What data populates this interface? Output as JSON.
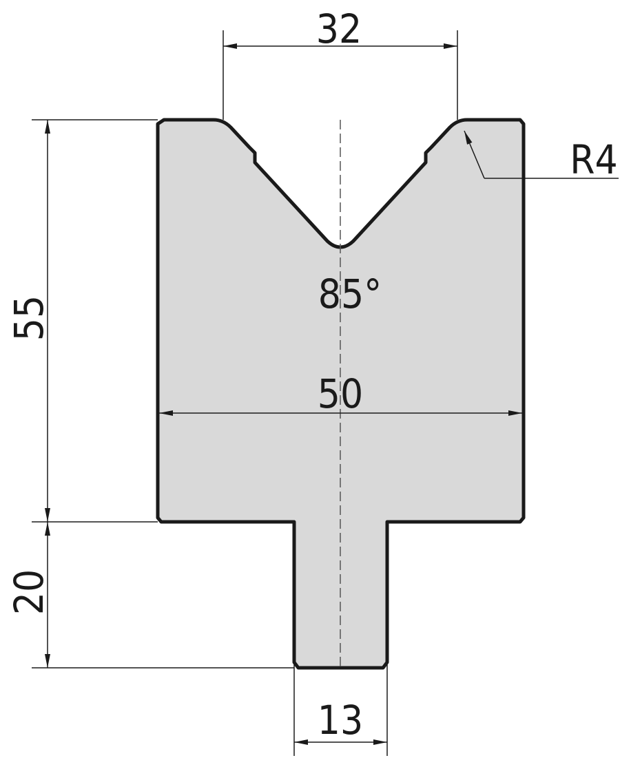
{
  "drawing": {
    "colors": {
      "body_fill": "#d9d9d9",
      "outline": "#1a1a1a",
      "dimension_line": "#1a1a1a",
      "center_line": "#555555",
      "background": "#ffffff"
    },
    "dimensions": {
      "top_opening": "32",
      "tip_radius": "R4",
      "total_height": "55",
      "v_angle": "85°",
      "body_width": "50",
      "tang_height": "20",
      "tang_width": "13"
    }
  }
}
